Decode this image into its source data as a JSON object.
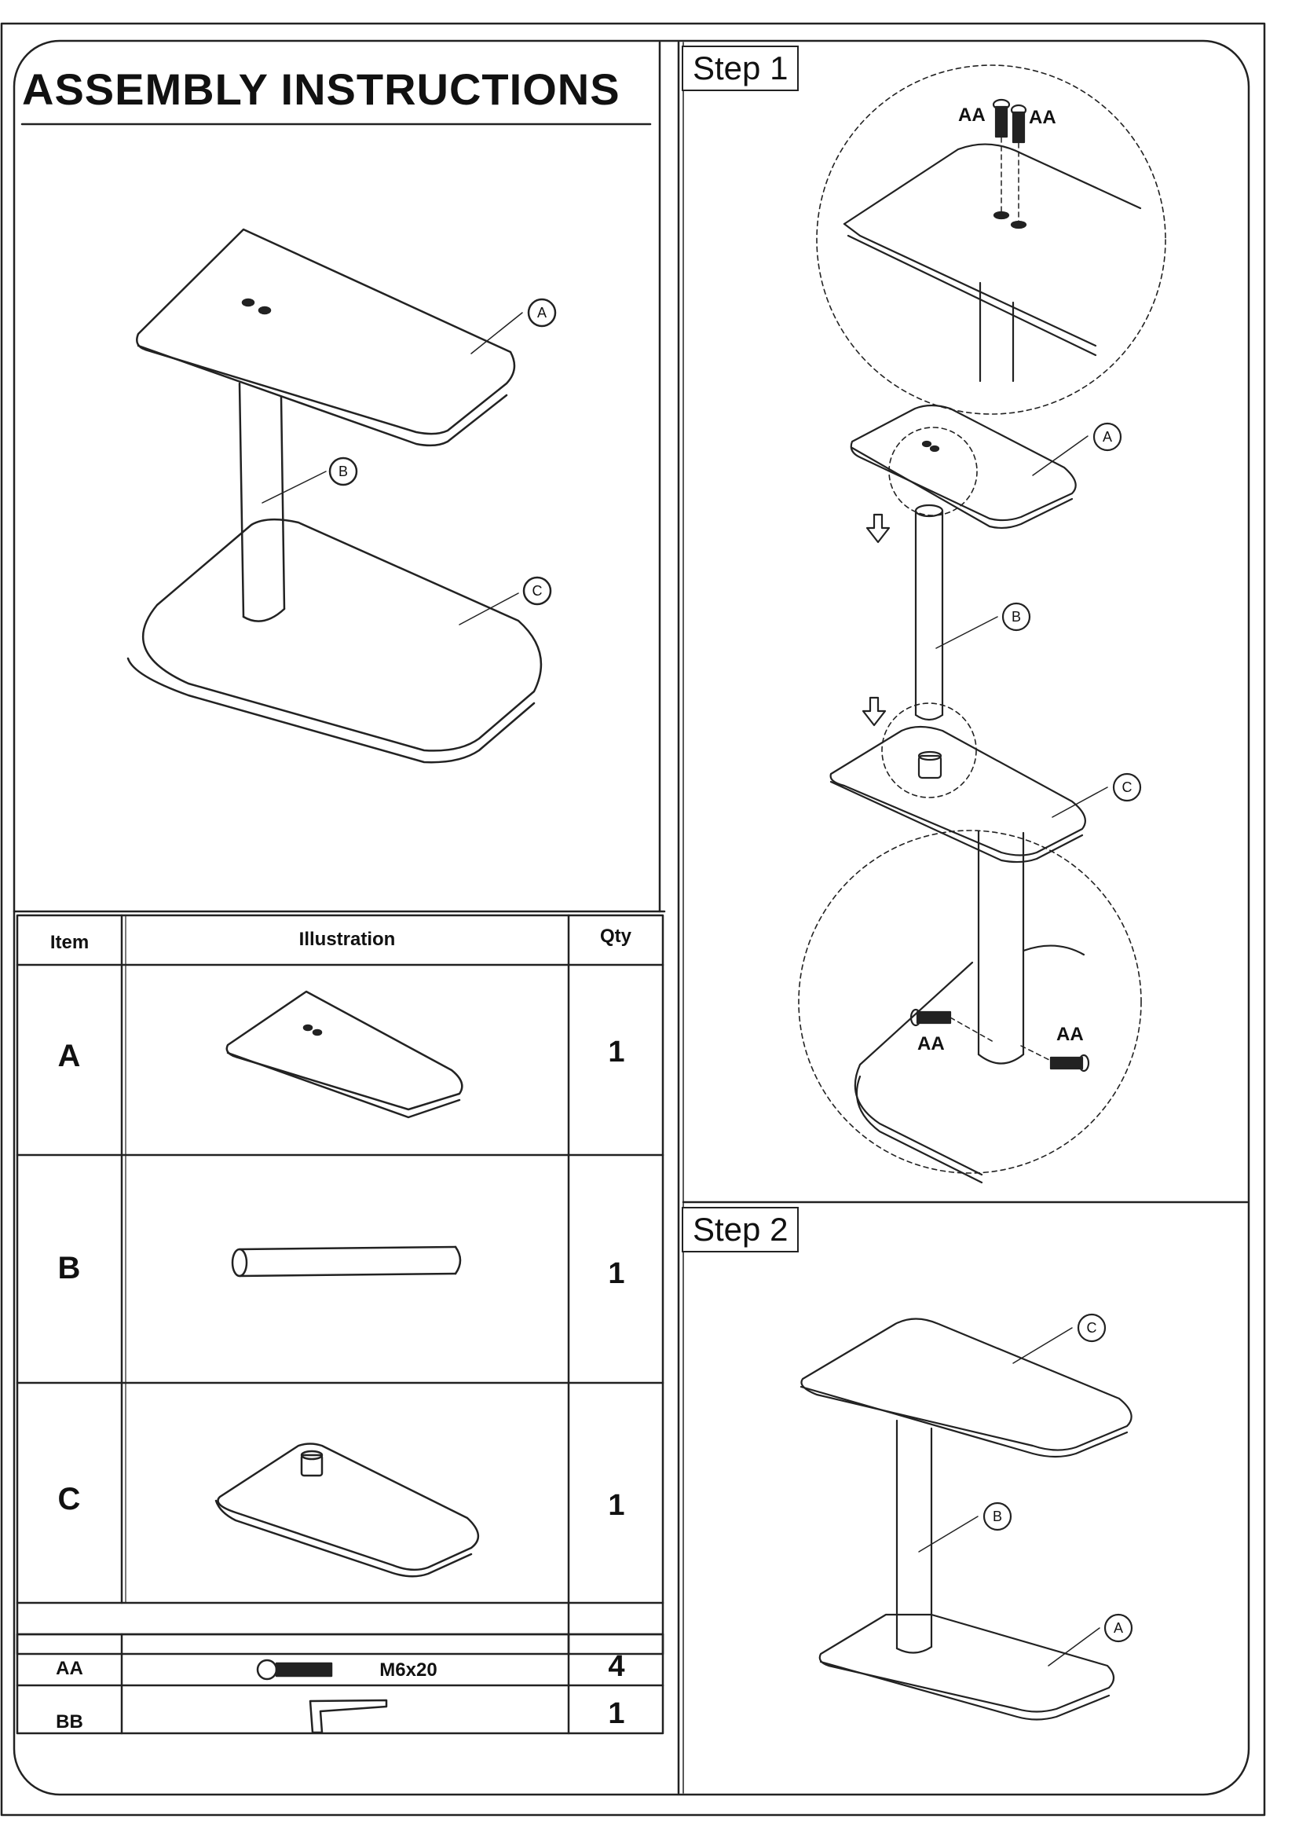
{
  "document": {
    "title": "ASSEMBLY INSTRUCTIONS",
    "steps": [
      {
        "label": "Step 1"
      },
      {
        "label": "Step 2"
      }
    ],
    "part_callouts": {
      "a": "A",
      "b": "B",
      "c": "C"
    },
    "hardware_callout": "AA",
    "parts_table": {
      "headers": {
        "item": "Item",
        "illustration": "Illustration",
        "qty": "Qty"
      },
      "rows": [
        {
          "item": "A",
          "qty": "1"
        },
        {
          "item": "B",
          "qty": "1"
        },
        {
          "item": "C",
          "qty": "1"
        }
      ],
      "hardware_rows": [
        {
          "item": "AA",
          "spec": "M6x20",
          "qty": "4"
        },
        {
          "item": "BB",
          "spec": "",
          "qty": "1"
        }
      ]
    }
  }
}
